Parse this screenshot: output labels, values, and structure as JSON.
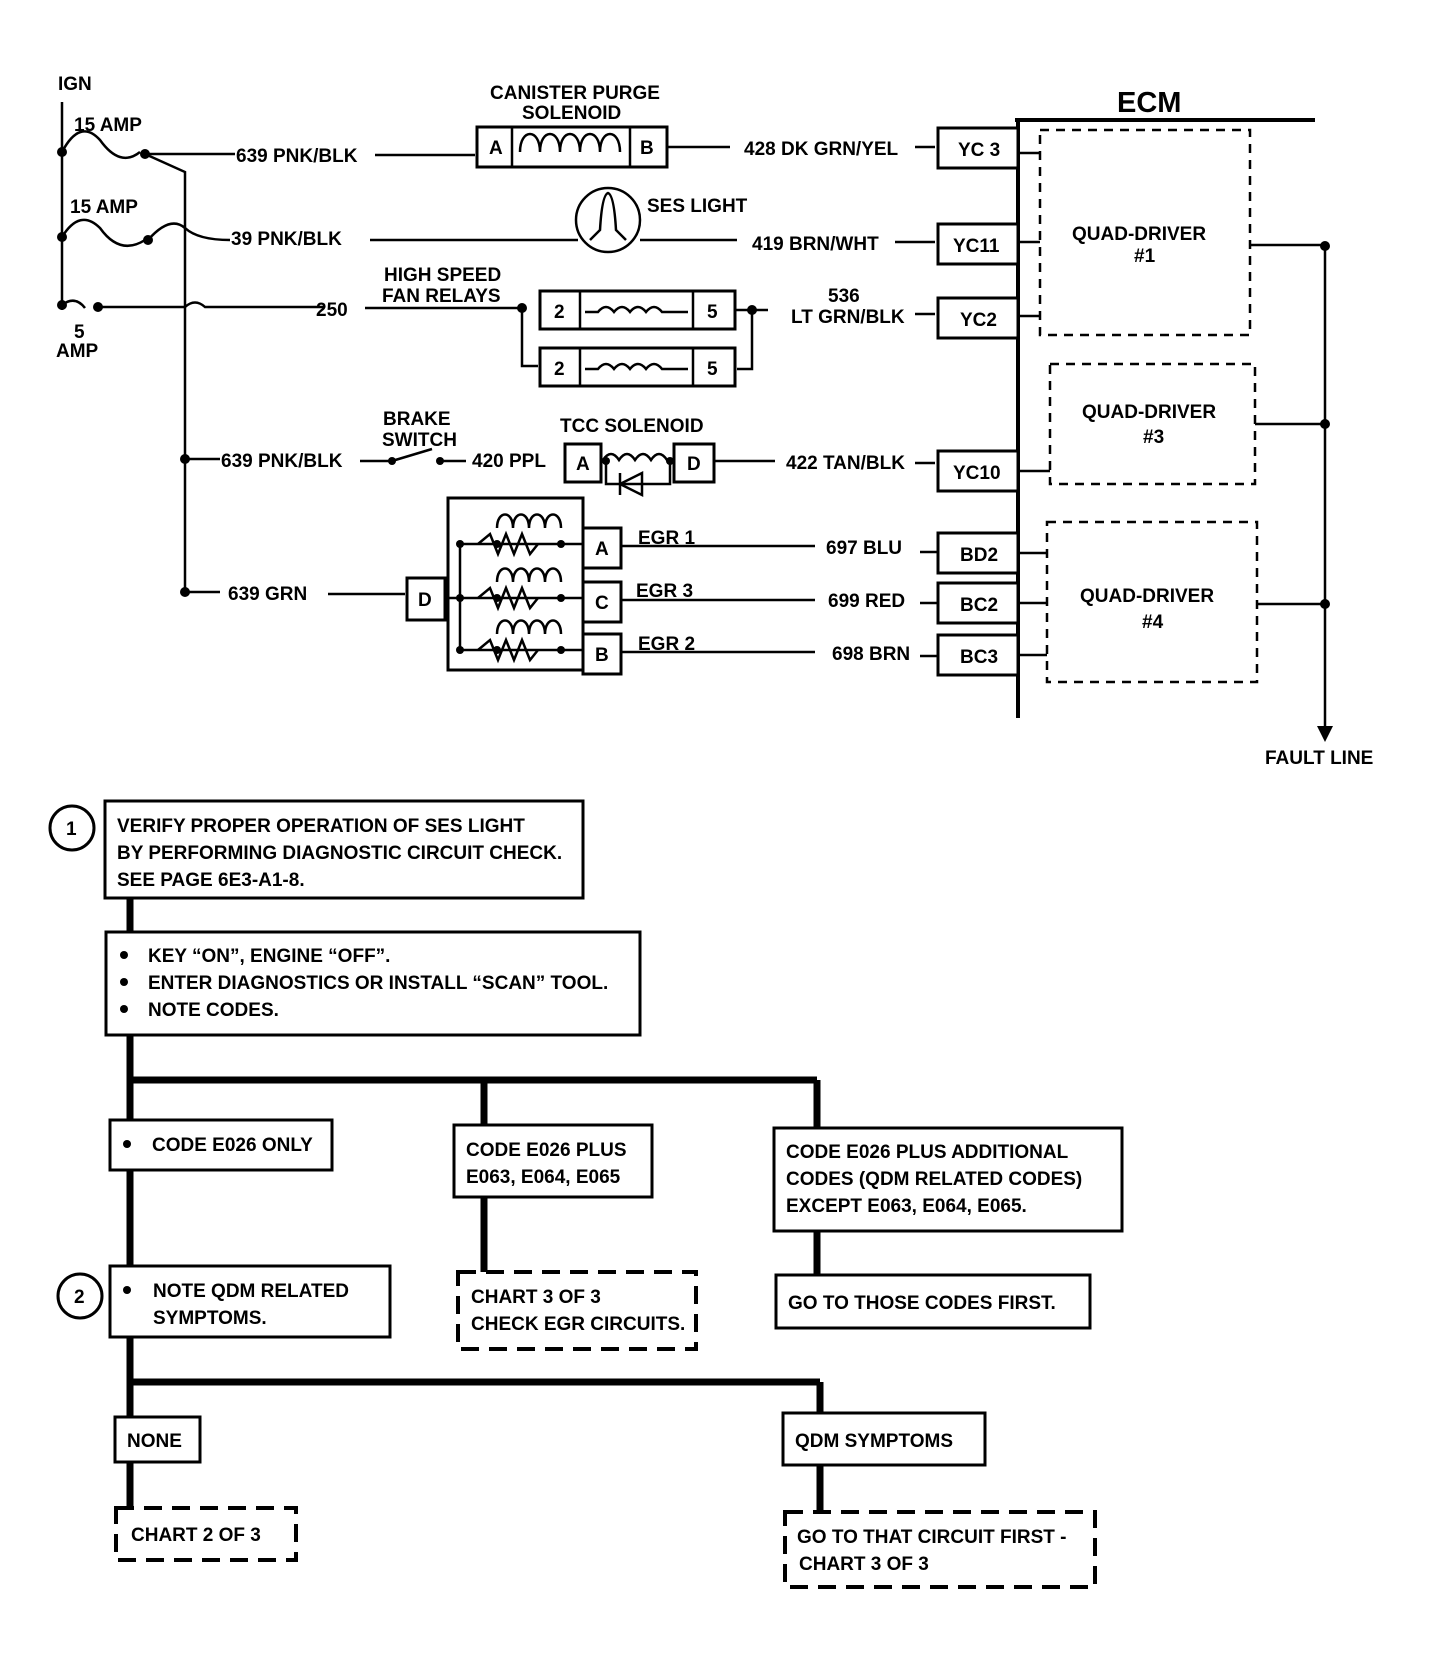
{
  "schematic": {
    "ign": "IGN",
    "fuse_15a_1": "15 AMP",
    "fuse_15a_2": "15 AMP",
    "fuse_5a_num": "5",
    "fuse_5a_unit": "AMP",
    "ecm": "ECM",
    "canister_l1": "CANISTER PURGE",
    "canister_l2": "SOLENOID",
    "pin_a": "A",
    "pin_b": "B",
    "pin_c": "C",
    "pin_d": "D",
    "pin_2": "2",
    "pin_5": "5",
    "ses_light": "SES LIGHT",
    "fan_l1": "HIGH SPEED",
    "fan_l2": "FAN RELAYS",
    "brake_l1": "BRAKE",
    "brake_l2": "SWITCH",
    "tcc": "TCC SOLENOID",
    "egr1": "EGR 1",
    "egr3": "EGR 3",
    "egr2": "EGR 2",
    "w_639_pnk_1": "639 PNK/BLK",
    "w_39": "39 PNK/BLK",
    "w_250": "250",
    "w_639_pnk_2": "639 PNK/BLK",
    "w_420": "420 PPL",
    "w_639_grn": "639 GRN",
    "w_428": "428 DK GRN/YEL",
    "w_419": "419 BRN/WHT",
    "w_536_num": "536",
    "w_536_col": "LT GRN/BLK",
    "w_422": "422 TAN/BLK",
    "w_697": "697 BLU",
    "w_699": "699 RED",
    "w_698": "698 BRN",
    "c_yc3": "YC 3",
    "c_yc11": "YC11",
    "c_yc2": "YC2",
    "c_yc10": "YC10",
    "c_bd2": "BD2",
    "c_bc2": "BC2",
    "c_bc3": "BC3",
    "qd1_l1": "QUAD-DRIVER",
    "qd1_l2": "#1",
    "qd3_l1": "QUAD-DRIVER",
    "qd3_l2": "#3",
    "qd4_l1": "QUAD-DRIVER",
    "qd4_l2": "#4",
    "fault_line": "FAULT LINE"
  },
  "flowchart": {
    "step1_num": "1",
    "step2_num": "2",
    "verify_l1": "VERIFY PROPER OPERATION OF SES LIGHT",
    "verify_l2": "BY PERFORMING DIAGNOSTIC CIRCUIT CHECK.",
    "verify_l3": "SEE PAGE 6E3-A1-8.",
    "key_on": "KEY “ON”, ENGINE “OFF”.",
    "enter_diag": "ENTER DIAGNOSTICS OR INSTALL “SCAN” TOOL.",
    "note_codes": "NOTE CODES.",
    "code_only": "CODE E026 ONLY",
    "code_plus_l1": "CODE E026 PLUS",
    "code_plus_l2": "E063, E064, E065",
    "code_add_l1": "CODE E026 PLUS ADDITIONAL",
    "code_add_l2": "CODES (QDM RELATED CODES)",
    "code_add_l3": "EXCEPT E063, E064, E065.",
    "note_qdm_l1": "NOTE QDM RELATED",
    "note_qdm_l2": "SYMPTOMS.",
    "chart3_l1": "CHART 3 OF 3",
    "chart3_l2": "CHECK EGR CIRCUITS.",
    "goto_codes": "GO TO THOSE CODES FIRST.",
    "none": "NONE",
    "qdm_symptoms": "QDM SYMPTOMS",
    "chart2": "CHART 2 OF 3",
    "goto_circuit_l1": "GO TO THAT CIRCUIT FIRST -",
    "goto_circuit_l2": "CHART 3 OF 3"
  }
}
